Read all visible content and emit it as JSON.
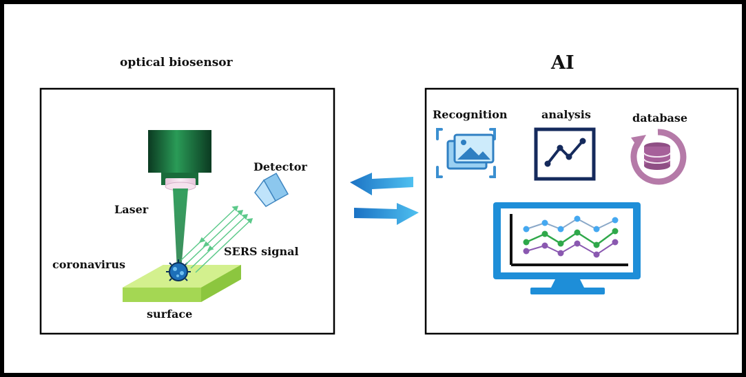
{
  "left_panel": {
    "title": "optical biosensor",
    "labels": {
      "detector": "Detector",
      "laser": "Laser",
      "coronavirus": "coronavirus",
      "sers": "SERS signal",
      "surface": "surface"
    }
  },
  "right_panel": {
    "title": "AI",
    "labels": {
      "recognition": "Recognition",
      "analysis": "analysis",
      "database": "database"
    }
  },
  "colors": {
    "laser_dark": "#0f4d2c",
    "laser_mid": "#1f8a4d",
    "lens": "#f0d6e8",
    "detector": "#7db9e8",
    "surface_top": "#c9ec7d",
    "surface_side": "#8fca45",
    "arrow_blue": "#1e90d6",
    "analysis_frame": "#152a5c",
    "database_purple": "#a6609a",
    "recognition_blue": "#3b8fd0",
    "monitor_blue": "#1e8ed8",
    "series_blue": "#45a8f0",
    "series_green": "#2fa84a",
    "series_purple": "#8a58b0"
  },
  "icons": [
    "image-recognition-icon",
    "line-chart-icon",
    "database-sync-icon",
    "monitor-chart-icon",
    "double-arrow-icon"
  ]
}
